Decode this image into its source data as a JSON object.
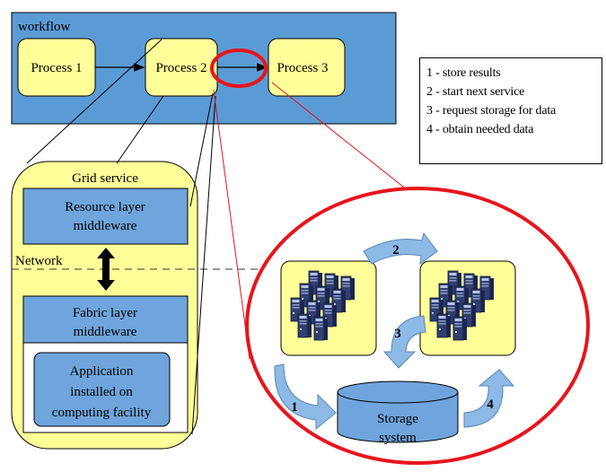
{
  "workflow": {
    "title": "workflow",
    "processes": [
      "Process 1",
      "Process 2",
      "Process 3"
    ]
  },
  "grid_service": {
    "title": "Grid service",
    "resource_layer": [
      "Resource layer",
      "middleware"
    ],
    "network_label": "Network",
    "fabric_layer": [
      "Fabric layer",
      "middleware"
    ],
    "application": [
      "Application",
      "installed on",
      "computing facility"
    ]
  },
  "storage": [
    "Storage",
    "system"
  ],
  "steps": [
    "1",
    "2",
    "3",
    "4"
  ],
  "legend": [
    "1 - store results",
    "2 - start next service",
    "3 - request storage for data",
    "4 - obtain needed data"
  ],
  "colors": {
    "workflow_bg": "#5b9bd5",
    "node_yellow": "#ffff99",
    "box_blue": "#6fa5dc",
    "highlight_red": "#e8141c",
    "arrow_blue": "#8db9e6"
  }
}
